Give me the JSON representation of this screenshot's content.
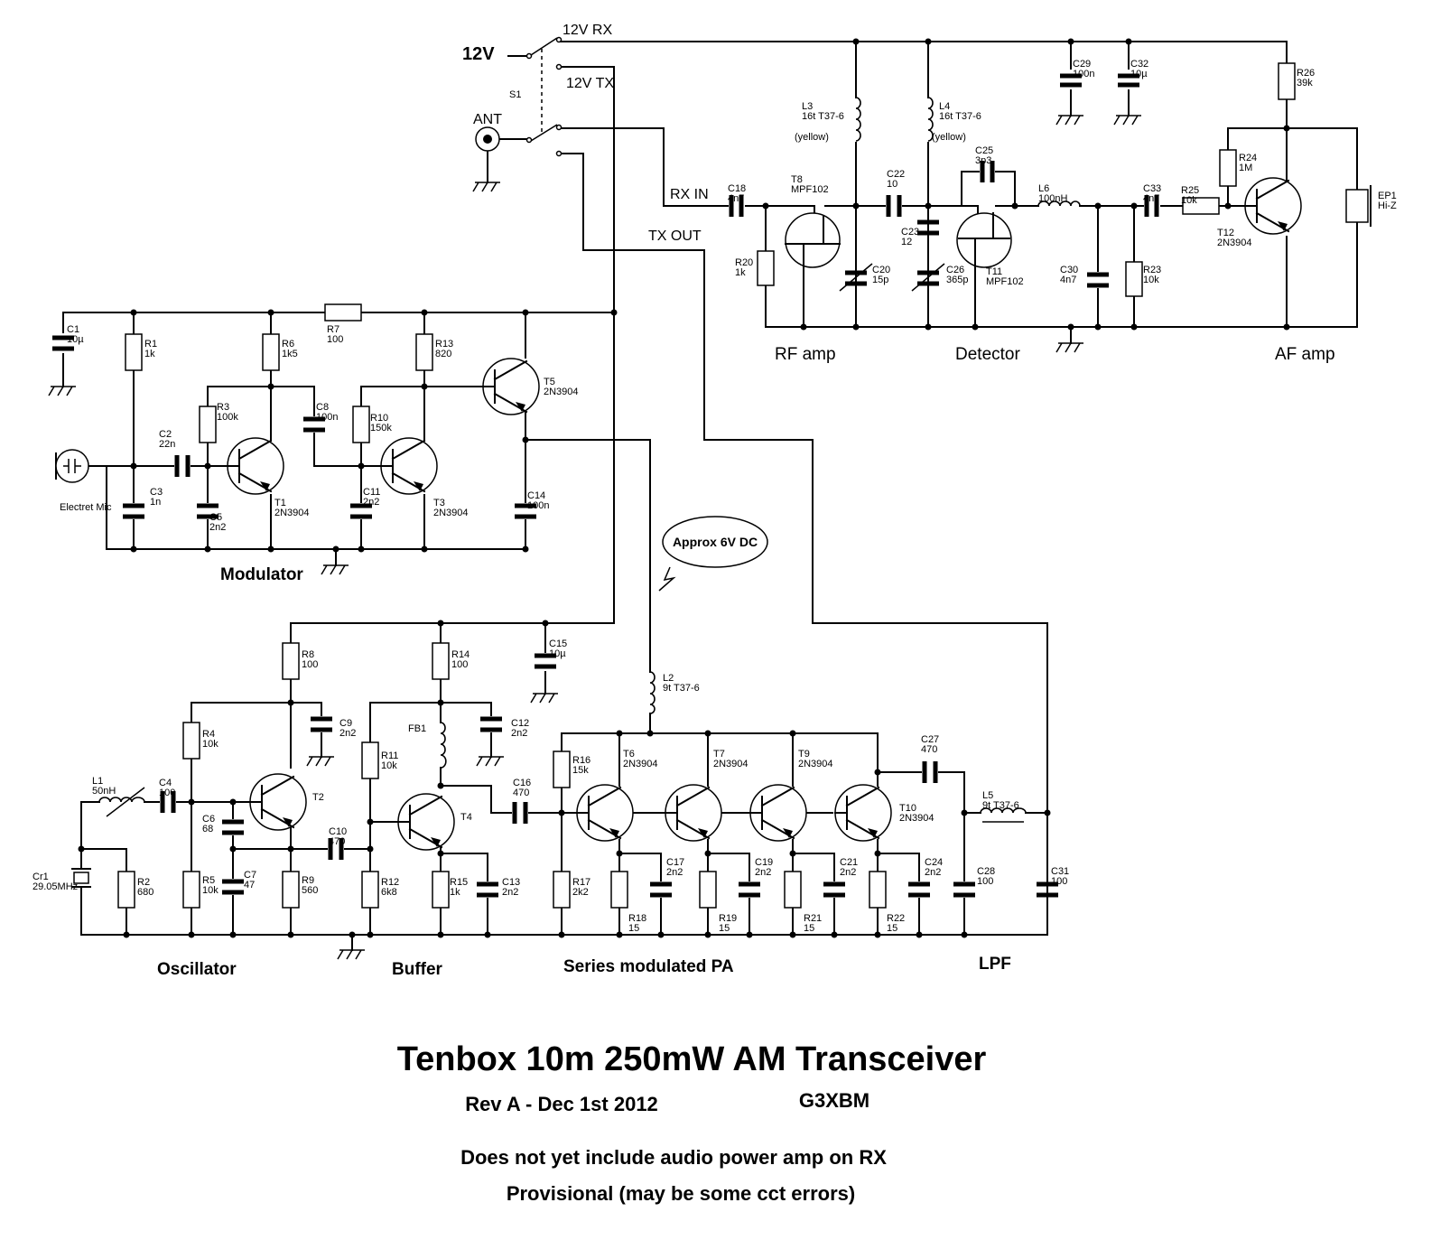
{
  "title": "Tenbox 10m 250mW AM Transceiver",
  "revision": "Rev A - Dec 1st 2012",
  "author": "G3XBM",
  "notes": [
    "Does not yet include audio power amp on RX",
    "Provisional (may be some cct errors)"
  ],
  "callout": "Approx 6V DC",
  "nets": {
    "supply": "12V",
    "rx_supply": "12V RX",
    "tx_supply": "12V TX",
    "antenna": "ANT",
    "rx_in": "RX IN",
    "tx_out": "TX OUT"
  },
  "sections": {
    "rf_amp": "RF amp",
    "detector": "Detector",
    "af_amp": "AF amp",
    "modulator": "Modulator",
    "oscillator": "Oscillator",
    "buffer": "Buffer",
    "pa": "Series modulated PA",
    "lpf": "LPF"
  },
  "components": [
    {
      "ref": "S1",
      "value": ""
    },
    {
      "ref": "C1",
      "value": "10µ"
    },
    {
      "ref": "R1",
      "value": "1k"
    },
    {
      "ref": "C2",
      "value": "22n"
    },
    {
      "ref": "C3",
      "value": "1n"
    },
    {
      "ref": "R3",
      "value": "100k"
    },
    {
      "ref": "C5",
      "value": "2n2"
    },
    {
      "ref": "R6",
      "value": "1k5"
    },
    {
      "ref": "T1",
      "value": "2N3904"
    },
    {
      "ref": "R7",
      "value": "100"
    },
    {
      "ref": "C8",
      "value": "100n"
    },
    {
      "ref": "R10",
      "value": "150k"
    },
    {
      "ref": "C11",
      "value": "2n2"
    },
    {
      "ref": "R13",
      "value": "820"
    },
    {
      "ref": "T3",
      "value": "2N3904"
    },
    {
      "ref": "T5",
      "value": "2N3904"
    },
    {
      "ref": "C14",
      "value": "100n"
    },
    {
      "ref": "Electret Mic",
      "value": ""
    },
    {
      "ref": "L3",
      "value": "16t T37-6",
      "note": "(yellow)"
    },
    {
      "ref": "L4",
      "value": "16t T37-6",
      "note": "(yellow)"
    },
    {
      "ref": "C18",
      "value": "4n7"
    },
    {
      "ref": "R20",
      "value": "1k"
    },
    {
      "ref": "T8",
      "value": "MPF102"
    },
    {
      "ref": "C20",
      "value": "15p"
    },
    {
      "ref": "C22",
      "value": "10"
    },
    {
      "ref": "C23",
      "value": "12"
    },
    {
      "ref": "C26",
      "value": "365p"
    },
    {
      "ref": "C25",
      "value": "3p3"
    },
    {
      "ref": "T11",
      "value": "MPF102"
    },
    {
      "ref": "L6",
      "value": "100nH"
    },
    {
      "ref": "C30",
      "value": "4n7"
    },
    {
      "ref": "C33",
      "value": "4n7"
    },
    {
      "ref": "R23",
      "value": "10k"
    },
    {
      "ref": "R25",
      "value": "10k"
    },
    {
      "ref": "R24",
      "value": "1M"
    },
    {
      "ref": "T12",
      "value": "2N3904"
    },
    {
      "ref": "C29",
      "value": "100n"
    },
    {
      "ref": "C32",
      "value": "10µ"
    },
    {
      "ref": "R26",
      "value": "39k"
    },
    {
      "ref": "EP1",
      "value": "Hi-Z"
    },
    {
      "ref": "R8",
      "value": "100"
    },
    {
      "ref": "C9",
      "value": "2n2"
    },
    {
      "ref": "R4",
      "value": "10k"
    },
    {
      "ref": "L1",
      "value": "50nH"
    },
    {
      "ref": "C4",
      "value": "100"
    },
    {
      "ref": "T2",
      "value": ""
    },
    {
      "ref": "C6",
      "value": "68"
    },
    {
      "ref": "C7",
      "value": "47"
    },
    {
      "ref": "R5",
      "value": "10k"
    },
    {
      "ref": "R9",
      "value": "560"
    },
    {
      "ref": "R2",
      "value": "680"
    },
    {
      "ref": "Cr1",
      "value": "29.05MHz"
    },
    {
      "ref": "C10",
      "value": "470"
    },
    {
      "ref": "R14",
      "value": "100"
    },
    {
      "ref": "C12",
      "value": "2n2"
    },
    {
      "ref": "FB1",
      "value": ""
    },
    {
      "ref": "R11",
      "value": "10k"
    },
    {
      "ref": "T4",
      "value": ""
    },
    {
      "ref": "R12",
      "value": "6k8"
    },
    {
      "ref": "R15",
      "value": "1k"
    },
    {
      "ref": "C13",
      "value": "2n2"
    },
    {
      "ref": "C15",
      "value": "10µ"
    },
    {
      "ref": "L2",
      "value": "9t T37-6"
    },
    {
      "ref": "C16",
      "value": "470"
    },
    {
      "ref": "R16",
      "value": "15k"
    },
    {
      "ref": "R17",
      "value": "2k2"
    },
    {
      "ref": "T6",
      "value": "2N3904"
    },
    {
      "ref": "T7",
      "value": "2N3904"
    },
    {
      "ref": "T9",
      "value": "2N3904"
    },
    {
      "ref": "T10",
      "value": "2N3904"
    },
    {
      "ref": "R18",
      "value": "15"
    },
    {
      "ref": "C17",
      "value": "2n2"
    },
    {
      "ref": "R19",
      "value": "15"
    },
    {
      "ref": "C19",
      "value": "2n2"
    },
    {
      "ref": "R21",
      "value": "15"
    },
    {
      "ref": "C21",
      "value": "2n2"
    },
    {
      "ref": "R22",
      "value": "15"
    },
    {
      "ref": "C24",
      "value": "2n2"
    },
    {
      "ref": "C27",
      "value": "470"
    },
    {
      "ref": "L5",
      "value": "9t T37-6"
    },
    {
      "ref": "C28",
      "value": "100"
    },
    {
      "ref": "C31",
      "value": "100"
    }
  ]
}
